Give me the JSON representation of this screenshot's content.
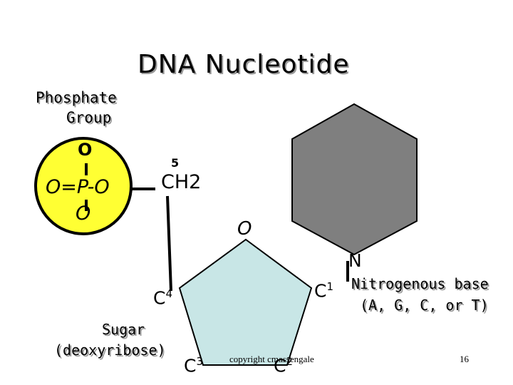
{
  "slide": {
    "title": "DNA Nucleotide",
    "footer_copyright": "copyright cmassengale",
    "page_number": "16"
  },
  "phosphate": {
    "label_line1": "Phosphate",
    "label_line2": "Group",
    "atom_top": "O",
    "formula_center": "O=P-O",
    "atom_bottom": "O",
    "fill_color": "#ffff33"
  },
  "sugar": {
    "ch2_superscript": "5",
    "ch2_label": "CH2",
    "ring_oxygen": "O",
    "c1_base": "C",
    "c1_sup": "1",
    "c2_base": "C",
    "c2_sup": "2",
    "c3_base": "C",
    "c3_sup": "3",
    "c4_base": "C",
    "c4_sup": "4",
    "label_line1": "Sugar",
    "label_line2": "(deoxyribose)",
    "fill_color": "#c8e6e6"
  },
  "base": {
    "nitrogen_label": "N",
    "label_line1": "Nitrogenous base",
    "label_line2": "(A, G, C, or T)",
    "fill_color": "#7f7f7f"
  }
}
